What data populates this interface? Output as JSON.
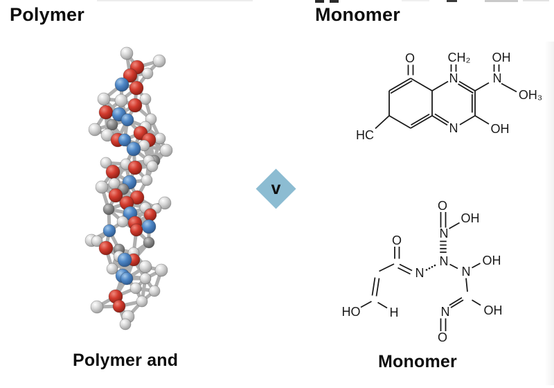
{
  "headings": {
    "left": "Polymer",
    "right": "Monomer"
  },
  "captions": {
    "left": "Polymer and",
    "right": "Monomer"
  },
  "connector": {
    "label": "v",
    "color": "#8cbcd2"
  },
  "colors": {
    "ink": "#1a1a1a",
    "text": "#0d0d0d"
  },
  "polymer_model": {
    "bond_color": "#b0b0b0",
    "bond_max_dist": 34,
    "atom_colors": {
      "w": {
        "hi": "#ffffff",
        "base": "#d7d7d7",
        "dark": "#999999"
      },
      "g": {
        "hi": "#cccccc",
        "base": "#8f8f8f",
        "dark": "#565656"
      },
      "r": {
        "hi": "#f08a7e",
        "base": "#d23b2e",
        "dark": "#871c12"
      },
      "b": {
        "hi": "#a5c9ea",
        "base": "#4e87c7",
        "dark": "#2a558a"
      }
    },
    "atoms": [
      [
        183,
        77,
        9,
        "w"
      ],
      [
        230,
        88,
        9,
        "w"
      ],
      [
        213,
        106,
        8,
        "w"
      ],
      [
        198,
        97,
        10,
        "r"
      ],
      [
        188,
        109,
        10,
        "r"
      ],
      [
        176,
        122,
        10,
        "b"
      ],
      [
        197,
        127,
        10,
        "r"
      ],
      [
        150,
        143,
        9,
        "w"
      ],
      [
        210,
        143,
        8,
        "w"
      ],
      [
        175,
        145,
        9,
        "w"
      ],
      [
        195,
        152,
        10,
        "r"
      ],
      [
        218,
        172,
        8,
        "w"
      ],
      [
        153,
        162,
        10,
        "r"
      ],
      [
        172,
        165,
        10,
        "b"
      ],
      [
        162,
        180,
        8,
        "g"
      ],
      [
        210,
        183,
        8,
        "w"
      ],
      [
        184,
        173,
        9,
        "b"
      ],
      [
        137,
        187,
        9,
        "w"
      ],
      [
        155,
        195,
        9,
        "w"
      ],
      [
        203,
        192,
        10,
        "r"
      ],
      [
        231,
        200,
        8,
        "w"
      ],
      [
        170,
        202,
        10,
        "r"
      ],
      [
        215,
        202,
        10,
        "r"
      ],
      [
        208,
        210,
        8,
        "w"
      ],
      [
        180,
        202,
        9,
        "b"
      ],
      [
        240,
        217,
        9,
        "w"
      ],
      [
        193,
        215,
        10,
        "b"
      ],
      [
        223,
        232,
        8,
        "g"
      ],
      [
        215,
        232,
        8,
        "w"
      ],
      [
        153,
        235,
        8,
        "w"
      ],
      [
        182,
        237,
        8,
        "w"
      ],
      [
        220,
        240,
        8,
        "w"
      ],
      [
        195,
        242,
        10,
        "r"
      ],
      [
        163,
        248,
        10,
        "r"
      ],
      [
        212,
        260,
        8,
        "w"
      ],
      [
        165,
        265,
        8,
        "w"
      ],
      [
        147,
        270,
        9,
        "w"
      ],
      [
        187,
        263,
        10,
        "b"
      ],
      [
        178,
        273,
        8,
        "g"
      ],
      [
        167,
        282,
        10,
        "r"
      ],
      [
        198,
        285,
        10,
        "r"
      ],
      [
        157,
        302,
        8,
        "g"
      ],
      [
        183,
        293,
        10,
        "r"
      ],
      [
        238,
        293,
        9,
        "w"
      ],
      [
        226,
        301,
        7,
        "w"
      ],
      [
        210,
        300,
        8,
        "w"
      ],
      [
        188,
        308,
        10,
        "b"
      ],
      [
        217,
        310,
        9,
        "r"
      ],
      [
        177,
        320,
        8,
        "w"
      ],
      [
        215,
        327,
        10,
        "b"
      ],
      [
        195,
        322,
        10,
        "r"
      ],
      [
        132,
        347,
        9,
        "w"
      ],
      [
        140,
        348,
        8,
        "w"
      ],
      [
        158,
        333,
        9,
        "b"
      ],
      [
        197,
        332,
        9,
        "r"
      ],
      [
        215,
        350,
        8,
        "g"
      ],
      [
        172,
        360,
        8,
        "g"
      ],
      [
        153,
        358,
        10,
        "r"
      ],
      [
        193,
        365,
        8,
        "w"
      ],
      [
        172,
        370,
        8,
        "w"
      ],
      [
        233,
        390,
        9,
        "w"
      ],
      [
        210,
        385,
        9,
        "w"
      ],
      [
        193,
        375,
        9,
        "r"
      ],
      [
        180,
        375,
        10,
        "b"
      ],
      [
        162,
        388,
        8,
        "w"
      ],
      [
        223,
        420,
        8,
        "w"
      ],
      [
        205,
        435,
        8,
        "w"
      ],
      [
        177,
        398,
        10,
        "b"
      ],
      [
        183,
        402,
        9,
        "b"
      ],
      [
        196,
        416,
        8,
        "w"
      ],
      [
        167,
        428,
        10,
        "r"
      ],
      [
        140,
        443,
        9,
        "w"
      ],
      [
        172,
        442,
        9,
        "r"
      ],
      [
        185,
        457,
        9,
        "w"
      ],
      [
        181,
        468,
        8,
        "w"
      ],
      [
        210,
        402,
        8,
        "w"
      ]
    ]
  },
  "molecules": {
    "top": {
      "labels": {
        "o_ketone": "O",
        "ch2": "CH₂",
        "n_ring_top": "N",
        "n_exo": "N",
        "oh_top": "OH",
        "oh3": "OH₃",
        "oh_bottom": "OH",
        "n_ring_bottom": "N",
        "hc": "HC"
      }
    },
    "bottom": {
      "labels": {
        "o_top": "O",
        "oh_top": "OH",
        "n_top": "N",
        "n_center": "N",
        "n_imine": "N",
        "o_carbonyl": "O",
        "ho": "HO",
        "h": "H",
        "n_right": "N",
        "oh_right": "OH",
        "n_bottom": "N",
        "o_bottom": "O",
        "oh_bottomright": "OH"
      }
    }
  }
}
